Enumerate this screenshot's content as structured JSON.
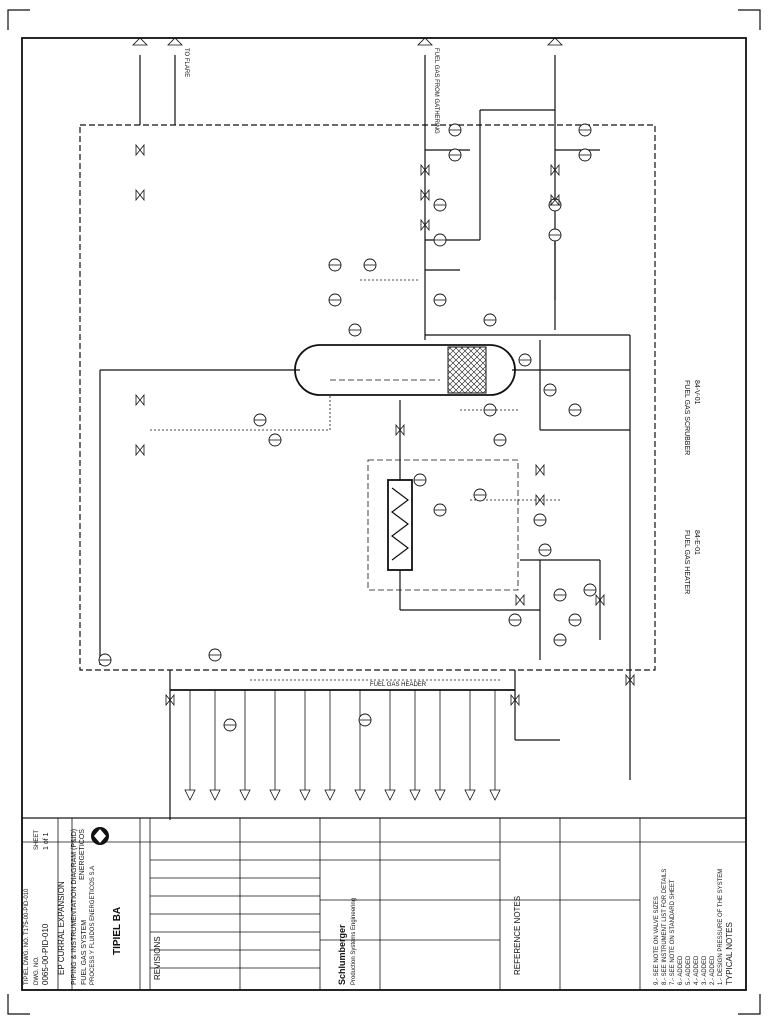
{
  "title_block": {
    "company": "TIPIEL BA",
    "client": "ENERGETICOS",
    "project_line1": "EP CURRAL EXPANSION",
    "project_line2": "PIPING & INSTRUMENTATION DIAGRAM (P&ID)",
    "project_line3": "FUEL GAS SYSTEM",
    "subtitle": "PROCESS Y FLUIDOS ENERGETICOS S.A",
    "dwg_label": "DWG. NO.",
    "dwg_no": "0065-00-PID-010",
    "sheet_label": "SHEET",
    "sheet": "1 of 1",
    "contractor": "Schlumberger",
    "contractor_sub": "Production Systems Engineering",
    "tipiel_dwg": "TIPIEL DWG. NO. T175-00-PID-010"
  },
  "notes": {
    "header": "TYPICAL NOTES",
    "items": [
      "1.- DESIGN PRESSURE OF THE SYSTEM",
      "2.- ADDED",
      "3.- ADDED",
      "4.- ADDED",
      "5.- ADDED",
      "6.- ADDED",
      "7.- SEE NOTE ON STANDARD SHEET",
      "8.- SEE INSTRUMENT LIST FOR DETAILS",
      "9.- SEE NOTE ON VALVE SIZES"
    ],
    "reference_header": "REFERENCE NOTES"
  },
  "equipment": [
    {
      "tag": "84-V-01",
      "name": "FUEL GAS SCRUBBER"
    },
    {
      "tag": "84-E-01",
      "name": "FUEL GAS HEATER"
    }
  ],
  "lines": {
    "header": "FUEL GAS HEADER",
    "to_flare": "TO FLARE",
    "inlet": "FUEL GAS FROM GATHERING"
  },
  "revision_header": "REVISIONS",
  "colors": {
    "ink": "#111111",
    "paper": "#ffffff"
  }
}
